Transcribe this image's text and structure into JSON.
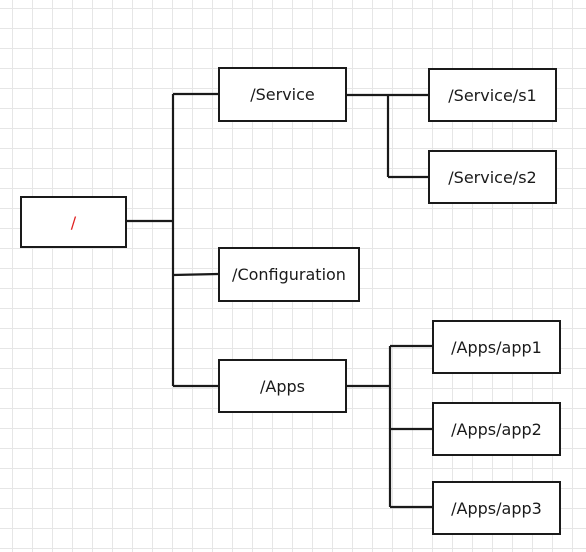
{
  "tree": {
    "root": {
      "label": "/",
      "color": "#e02020"
    },
    "service": {
      "label": "/Service"
    },
    "service_s1": {
      "label": "/Service/s1"
    },
    "service_s2": {
      "label": "/Service/s2"
    },
    "configuration": {
      "label": "/Configuration"
    },
    "apps": {
      "label": "/Apps"
    },
    "apps_app1": {
      "label": "/Apps/app1"
    },
    "apps_app2": {
      "label": "/Apps/app2"
    },
    "apps_app3": {
      "label": "/Apps/app3"
    }
  },
  "colors": {
    "line": "#1a1a1a",
    "grid": "#e6e6e6",
    "background": "#ffffff"
  }
}
